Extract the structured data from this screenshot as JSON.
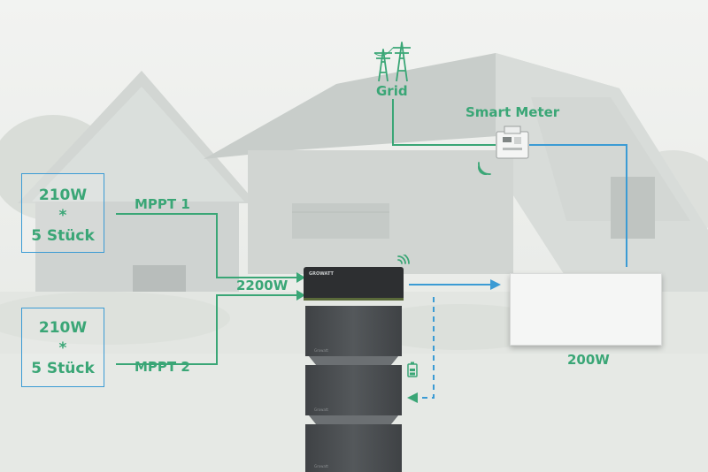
{
  "colors": {
    "green": "#3aa676",
    "blue": "#3b9bd4",
    "battery": "#4a4d50",
    "battery_top": "#2f3133"
  },
  "grid": {
    "label": "Grid",
    "icon": "power-tower-icon"
  },
  "smart_meter": {
    "label": "Smart Meter",
    "icon": "wifi-icon"
  },
  "panels": [
    {
      "watts": "210W",
      "times": "*",
      "count": "5 Stück"
    },
    {
      "watts": "210W",
      "times": "*",
      "count": "5 Stück"
    }
  ],
  "mppt": [
    "MPPT 1",
    "MPPT 2"
  ],
  "combined_power": "2200W",
  "heater_power": "200W",
  "battery": {
    "brand": "GROWATT",
    "module_label": "Growatt"
  }
}
